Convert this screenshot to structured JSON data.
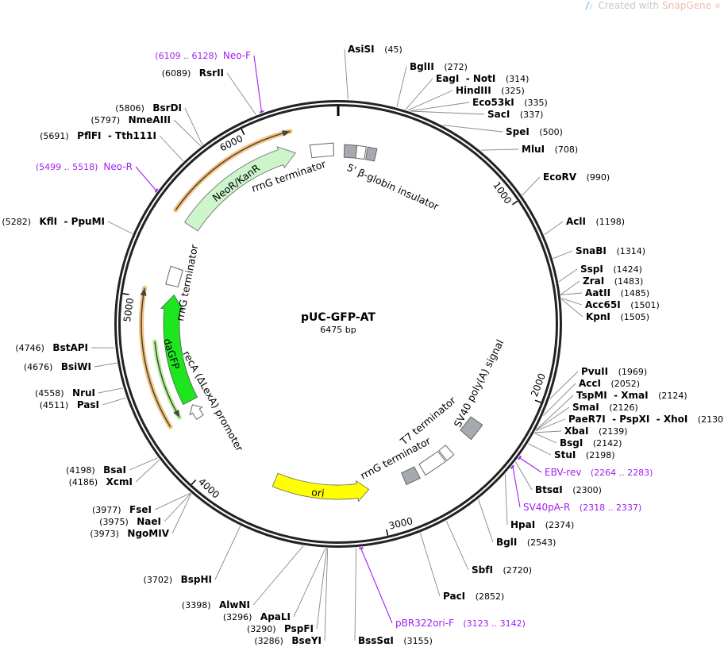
{
  "credit": {
    "prefix": "Created with",
    "brand": "SnapGene",
    "mark": "®"
  },
  "plasmid": {
    "name": "pUC-GFP-AT",
    "length_label": "6475 bp",
    "length": 6475
  },
  "ticks": [
    "1000",
    "2000",
    "3000",
    "4000",
    "5000",
    "6000"
  ],
  "sites": [
    {
      "name": "AsiSI",
      "pos": 45
    },
    {
      "name": "BglII",
      "pos": 272
    },
    {
      "name": "EagI  - NotI",
      "pos": 314
    },
    {
      "name": "HindIII",
      "pos": 325
    },
    {
      "name": "Eco53kI",
      "pos": 335
    },
    {
      "name": "SacI",
      "pos": 337
    },
    {
      "name": "SpeI",
      "pos": 500
    },
    {
      "name": "MluI",
      "pos": 708
    },
    {
      "name": "EcoRV",
      "pos": 990
    },
    {
      "name": "AclI",
      "pos": 1198
    },
    {
      "name": "SnaBI",
      "pos": 1314
    },
    {
      "name": "SspI",
      "pos": 1424
    },
    {
      "name": "ZraI",
      "pos": 1483
    },
    {
      "name": "AatII",
      "pos": 1485
    },
    {
      "name": "Acc65I",
      "pos": 1501
    },
    {
      "name": "KpnI",
      "pos": 1505
    },
    {
      "name": "PvuII",
      "pos": 1969
    },
    {
      "name": "AccI",
      "pos": 2052
    },
    {
      "name": "TspMI  - XmaI",
      "pos": 2124
    },
    {
      "name": "SmaI",
      "pos": 2126
    },
    {
      "name": "PaeR7I  - PspXI  - XhoI",
      "pos": 2130
    },
    {
      "name": "XbaI",
      "pos": 2139
    },
    {
      "name": "BsgI",
      "pos": 2142
    },
    {
      "name": "StuI",
      "pos": 2198
    },
    {
      "name": "BtsαI",
      "pos": 2300
    },
    {
      "name": "HpaI",
      "pos": 2374
    },
    {
      "name": "BglI",
      "pos": 2543
    },
    {
      "name": "SbfI",
      "pos": 2720
    },
    {
      "name": "PacI",
      "pos": 2852
    },
    {
      "name": "BssSαI",
      "pos": 3155
    },
    {
      "name": "BseYI",
      "pos": 3286
    },
    {
      "name": "PspFI",
      "pos": 3290
    },
    {
      "name": "ApaLI",
      "pos": 3296
    },
    {
      "name": "AlwNI",
      "pos": 3398
    },
    {
      "name": "BspHI",
      "pos": 3702
    },
    {
      "name": "NgoMIV",
      "pos": 3973
    },
    {
      "name": "NaeI",
      "pos": 3975
    },
    {
      "name": "FseI",
      "pos": 3977
    },
    {
      "name": "XcmI",
      "pos": 4186
    },
    {
      "name": "BsaI",
      "pos": 4198
    },
    {
      "name": "PasI",
      "pos": 4511
    },
    {
      "name": "NruI",
      "pos": 4558
    },
    {
      "name": "BsiWI",
      "pos": 4676
    },
    {
      "name": "BstAPI",
      "pos": 4746
    },
    {
      "name": "KflI  - PpuMI",
      "pos": 5282
    },
    {
      "name": "PflFI  - Tth111I",
      "pos": 5691
    },
    {
      "name": "NmeAIII",
      "pos": 5797
    },
    {
      "name": "BsrDI",
      "pos": 5806
    },
    {
      "name": "RsrII",
      "pos": 6089
    }
  ],
  "primers": [
    {
      "name": "EBV-rev",
      "range": "(2264 .. 2283)",
      "start": 2264,
      "end": 2283
    },
    {
      "name": "SV40pA-R",
      "range": "(2318 .. 2337)",
      "start": 2318,
      "end": 2337
    },
    {
      "name": "pBR322ori-F",
      "range": "(3123 .. 3142)",
      "start": 3123,
      "end": 3142
    },
    {
      "name": "Neo-R",
      "range": "(5499 .. 5518)",
      "start": 5499,
      "end": 5518
    },
    {
      "name": "Neo-F",
      "range": "(6109 .. 6128)",
      "start": 6109,
      "end": 6128
    }
  ],
  "features": [
    {
      "label": "NeoR/KanR",
      "color": "#ccf5cc"
    },
    {
      "label": "rrnG terminator"
    },
    {
      "label": "5' β-globin insulator",
      "color": "#a6aab0"
    },
    {
      "label": "rrnG terminator"
    },
    {
      "label": "daGFP",
      "color": "#1ee61e"
    },
    {
      "label": "recA (ΔLexA) promoter"
    },
    {
      "label": "ori",
      "color": "#ffff00"
    },
    {
      "label": "rrnG terminator",
      "color": "#a6aab0"
    },
    {
      "label": "T7 terminator"
    },
    {
      "label": "SV40 poly(A) signal",
      "color": "#a6aab0"
    }
  ],
  "colors": {
    "primer": "#a020f0",
    "orf": "#f5c27a",
    "orf_green": "#b9f09a",
    "backbone": "#222222"
  }
}
